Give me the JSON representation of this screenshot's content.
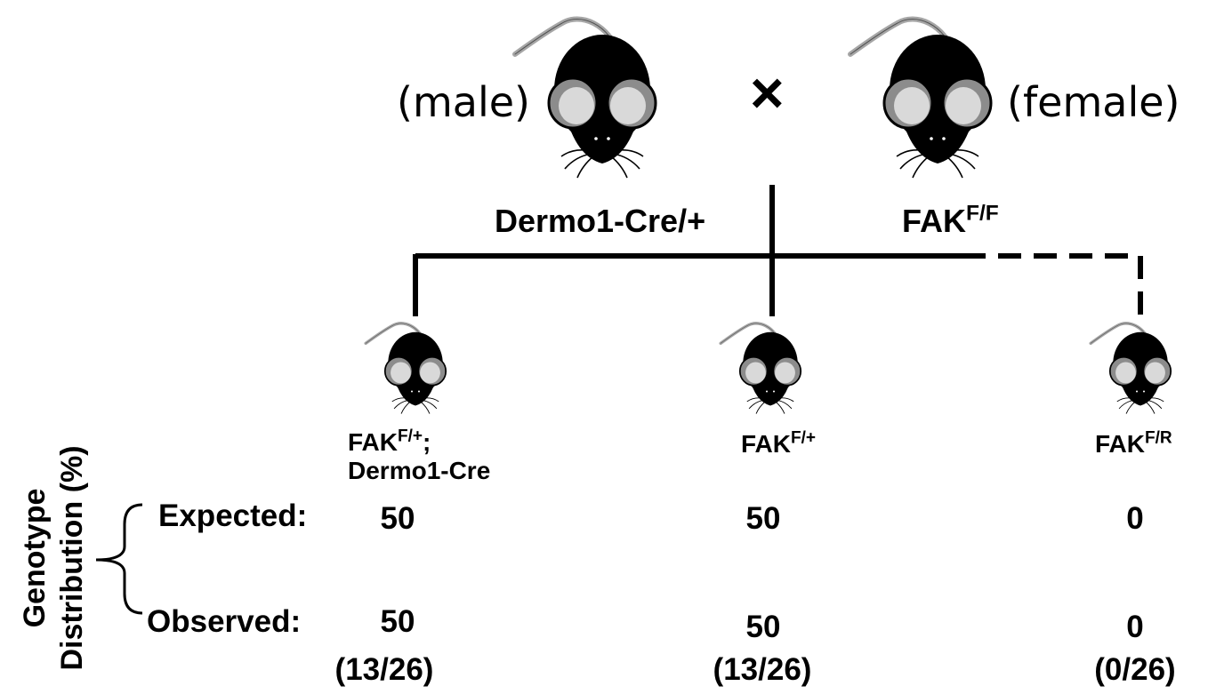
{
  "parents": {
    "male_label": "(male)",
    "female_label": "(female)",
    "cross_symbol": "×",
    "male_genotype": "Dermo1-Cre/+",
    "female_genotype_base": "FAK",
    "female_genotype_sup": "F/F"
  },
  "offspring": [
    {
      "line1_base": "FAK",
      "line1_sup": "F/+",
      "line1_suffix": ";",
      "line2": "Dermo1-Cre",
      "expected": "50",
      "observed": "50",
      "observed_fraction": "(13/26)",
      "connector": "solid"
    },
    {
      "line1_base": "FAK",
      "line1_sup": "F/+",
      "line1_suffix": "",
      "line2": "",
      "expected": "50",
      "observed": "50",
      "observed_fraction": "(13/26)",
      "connector": "solid"
    },
    {
      "line1_base": "FAK",
      "line1_sup": "F/R",
      "line1_suffix": "",
      "line2": "",
      "expected": "0",
      "observed": "0",
      "observed_fraction": "(0/26)",
      "connector": "dashed"
    }
  ],
  "rows": {
    "expected_label": "Expected:",
    "observed_label": "Observed:"
  },
  "axis_label": {
    "line1": "Genotype",
    "line2": "Distribution (%)"
  },
  "icons": {
    "mouse": "mouse-icon",
    "brace": "curly-brace-icon"
  },
  "colors": {
    "mouse_body": "#000000",
    "mouse_ear_outer": "#9e9e9e",
    "mouse_ear_inner": "#d9d9d9",
    "tail": "#a6a6a6",
    "lines": "#000000"
  }
}
